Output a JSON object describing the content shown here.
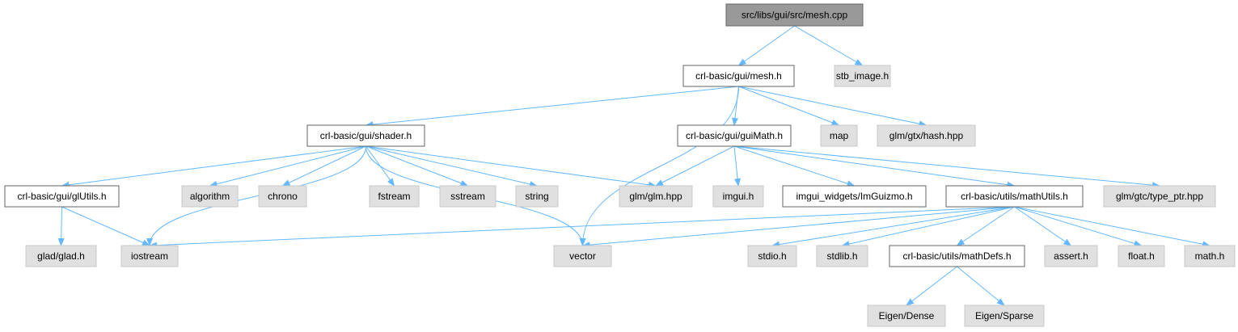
{
  "colors": {
    "root_fill": "#999999",
    "project_fill": "#ffffff",
    "system_fill": "#e0e0e0",
    "border": "#666666",
    "edge": "#63b8ff"
  },
  "nodes": {
    "root": {
      "label": "src/libs/gui/src/mesh.cpp",
      "kind": "root"
    },
    "mesh_h": {
      "label": "crl-basic/gui/mesh.h",
      "kind": "project"
    },
    "stb_image_h": {
      "label": "stb_image.h",
      "kind": "system"
    },
    "shader_h": {
      "label": "crl-basic/gui/shader.h",
      "kind": "project"
    },
    "guimath_h": {
      "label": "crl-basic/gui/guiMath.h",
      "kind": "project"
    },
    "map": {
      "label": "map",
      "kind": "system"
    },
    "glm_gtx_hash": {
      "label": "glm/gtx/hash.hpp",
      "kind": "system"
    },
    "glutils_h": {
      "label": "crl-basic/gui/glUtils.h",
      "kind": "project"
    },
    "algorithm": {
      "label": "algorithm",
      "kind": "system"
    },
    "chrono": {
      "label": "chrono",
      "kind": "system"
    },
    "fstream": {
      "label": "fstream",
      "kind": "system"
    },
    "sstream": {
      "label": "sstream",
      "kind": "system"
    },
    "string": {
      "label": "string",
      "kind": "system"
    },
    "glm_hpp": {
      "label": "glm/glm.hpp",
      "kind": "system"
    },
    "imgui_h": {
      "label": "imgui.h",
      "kind": "system"
    },
    "imguizmo_h": {
      "label": "imgui_widgets/ImGuizmo.h",
      "kind": "project"
    },
    "mathutils_h": {
      "label": "crl-basic/utils/mathUtils.h",
      "kind": "project"
    },
    "glm_type_ptr": {
      "label": "glm/gtc/type_ptr.hpp",
      "kind": "system"
    },
    "glad_h": {
      "label": "glad/glad.h",
      "kind": "system"
    },
    "iostream": {
      "label": "iostream",
      "kind": "system"
    },
    "vector": {
      "label": "vector",
      "kind": "system"
    },
    "stdio_h": {
      "label": "stdio.h",
      "kind": "system"
    },
    "stdlib_h": {
      "label": "stdlib.h",
      "kind": "system"
    },
    "mathdefs_h": {
      "label": "crl-basic/utils/mathDefs.h",
      "kind": "project"
    },
    "assert_h": {
      "label": "assert.h",
      "kind": "system"
    },
    "float_h": {
      "label": "float.h",
      "kind": "system"
    },
    "math_h": {
      "label": "math.h",
      "kind": "system"
    },
    "eigen_dense": {
      "label": "Eigen/Dense",
      "kind": "system"
    },
    "eigen_sparse": {
      "label": "Eigen/Sparse",
      "kind": "system"
    }
  },
  "edges": [
    [
      "root",
      "mesh_h"
    ],
    [
      "root",
      "stb_image_h"
    ],
    [
      "mesh_h",
      "shader_h"
    ],
    [
      "mesh_h",
      "vector"
    ],
    [
      "mesh_h",
      "guimath_h"
    ],
    [
      "mesh_h",
      "map"
    ],
    [
      "mesh_h",
      "glm_gtx_hash"
    ],
    [
      "shader_h",
      "glutils_h"
    ],
    [
      "shader_h",
      "iostream"
    ],
    [
      "shader_h",
      "algorithm"
    ],
    [
      "shader_h",
      "chrono"
    ],
    [
      "shader_h",
      "vector"
    ],
    [
      "shader_h",
      "fstream"
    ],
    [
      "shader_h",
      "sstream"
    ],
    [
      "shader_h",
      "string"
    ],
    [
      "shader_h",
      "glm_hpp"
    ],
    [
      "guimath_h",
      "glm_hpp"
    ],
    [
      "guimath_h",
      "imgui_h"
    ],
    [
      "guimath_h",
      "imguizmo_h"
    ],
    [
      "guimath_h",
      "mathutils_h"
    ],
    [
      "guimath_h",
      "glm_type_ptr"
    ],
    [
      "glutils_h",
      "glad_h"
    ],
    [
      "glutils_h",
      "iostream"
    ],
    [
      "mathutils_h",
      "iostream"
    ],
    [
      "mathutils_h",
      "vector"
    ],
    [
      "mathutils_h",
      "stdio_h"
    ],
    [
      "mathutils_h",
      "stdlib_h"
    ],
    [
      "mathutils_h",
      "mathdefs_h"
    ],
    [
      "mathutils_h",
      "assert_h"
    ],
    [
      "mathutils_h",
      "float_h"
    ],
    [
      "mathutils_h",
      "math_h"
    ],
    [
      "mathdefs_h",
      "eigen_dense"
    ],
    [
      "mathdefs_h",
      "eigen_sparse"
    ]
  ]
}
